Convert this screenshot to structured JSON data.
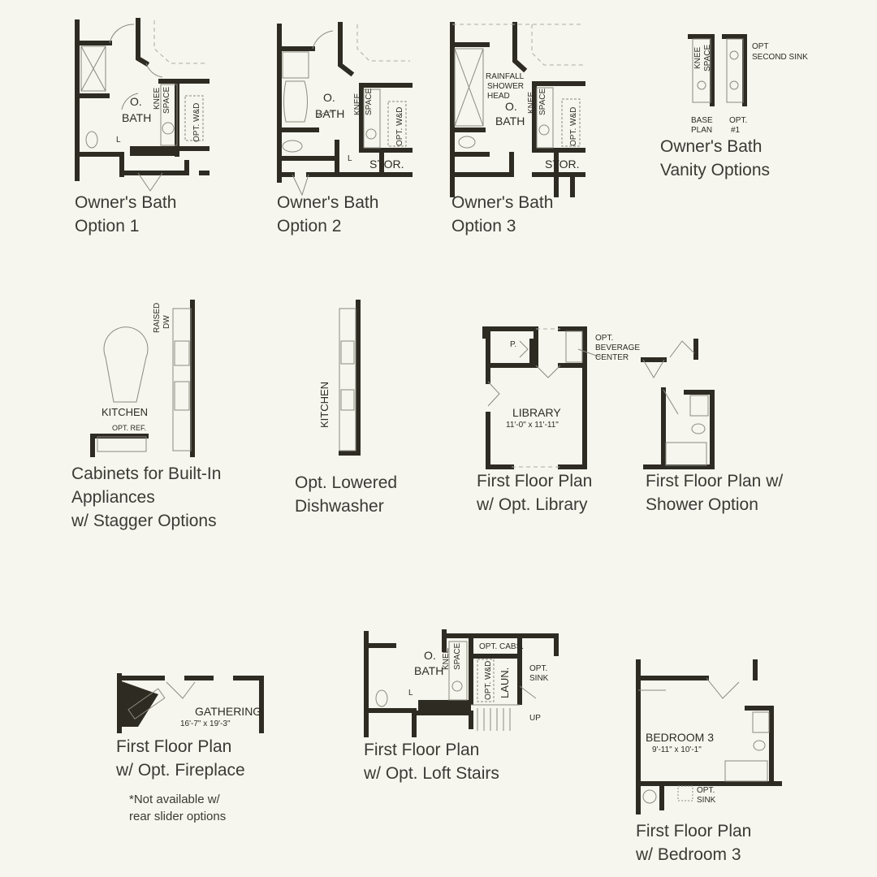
{
  "colors": {
    "background": "#f6f6ee",
    "walls": "#2e2b22",
    "caption": "#3a3a36"
  },
  "plans": [
    {
      "caption": [
        "Owner's Bath",
        "Option 1"
      ],
      "labels": {
        "room1": "O.",
        "room2": "BATH",
        "knee": "KNEE",
        "space": "SPACE",
        "wd": "OPT. W&D",
        "linen": "L"
      }
    },
    {
      "caption": [
        "Owner's Bath",
        "Option 2"
      ],
      "labels": {
        "room1": "O.",
        "room2": "BATH",
        "knee": "KNEE",
        "space": "SPACE",
        "wd": "OPT. W&D",
        "linen": "L",
        "stor": "STOR."
      }
    },
    {
      "caption": [
        "Owner's Bath",
        "Option 3"
      ],
      "labels": {
        "rain1": "RAINFALL",
        "rain2": "SHOWER",
        "rain3": "HEAD",
        "room1": "O.",
        "room2": "BATH",
        "knee": "KNEE",
        "space": "SPACE",
        "wd": "OPT. W&D",
        "stor": "STOR."
      }
    },
    {
      "caption": [
        "Owner's Bath",
        "Vanity Options"
      ],
      "labels": {
        "knee": "KNEE",
        "space": "SPACE",
        "sink1": "OPT",
        "sink2": "SECOND SINK",
        "base1": "BASE",
        "base2": "PLAN",
        "opt1": "OPT.",
        "opt2": "#1"
      }
    },
    {
      "caption": [
        "Cabinets for Built-In",
        "Appliances",
        "w/ Stagger Options"
      ],
      "labels": {
        "raised": "RAISED",
        "dw": "DW",
        "kitchen": "KITCHEN",
        "ref": "OPT. REF."
      }
    },
    {
      "caption": [
        "Opt. Lowered",
        "Dishwasher"
      ],
      "labels": {
        "kitchen": "KITCHEN"
      }
    },
    {
      "caption": [
        "First Floor Plan",
        "w/ Opt. Library"
      ],
      "labels": {
        "pantry": "P.",
        "bev1": "OPT.",
        "bev2": "BEVERAGE",
        "bev3": "CENTER",
        "room": "LIBRARY",
        "dims": "11'-0\" x 11'-11\""
      }
    },
    {
      "caption": [
        "First Floor Plan w/",
        "Shower Option"
      ],
      "labels": {}
    },
    {
      "caption": [
        "First Floor Plan",
        "w/ Opt. Fireplace"
      ],
      "labels": {
        "room": "GATHERING",
        "dims": "16'-7\" x 19'-3\""
      },
      "note": [
        "*Not available w/",
        "rear slider options"
      ]
    },
    {
      "caption": [
        "First Floor Plan",
        "w/ Opt. Loft Stairs"
      ],
      "labels": {
        "room1": "O.",
        "room2": "BATH",
        "knee": "KNEE",
        "space": "SPACE",
        "cabs": "OPT. CABS.",
        "wd": "OPT. W&D",
        "laun": "LAUN.",
        "sink1": "OPT.",
        "sink2": "SINK",
        "up": "UP",
        "linen": "L"
      }
    },
    {
      "caption": [
        "First Floor Plan",
        "w/ Bedroom 3"
      ],
      "labels": {
        "room": "BEDROOM 3",
        "dims": "9'-11\" x 10'-1\"",
        "sink1": "OPT.",
        "sink2": "SINK"
      }
    }
  ]
}
